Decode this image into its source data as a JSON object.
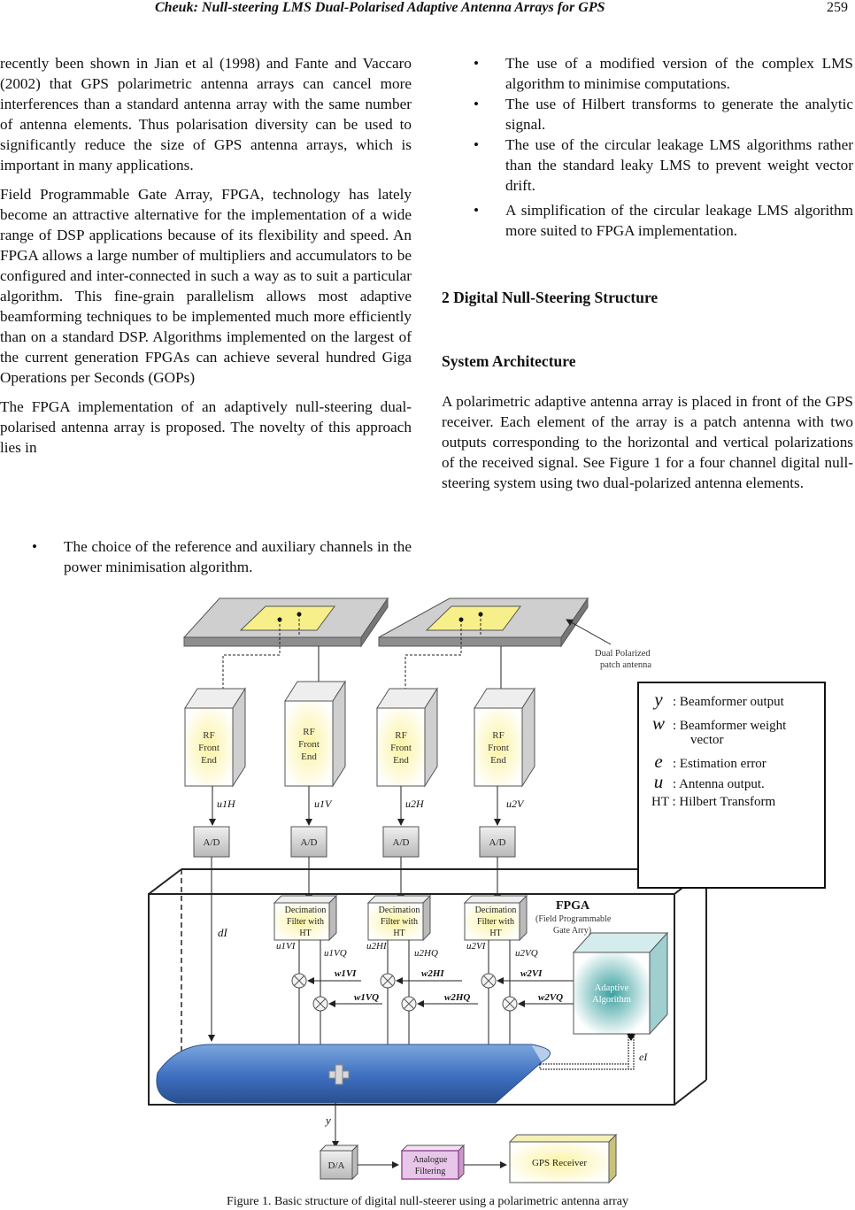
{
  "header": {
    "title": "Cheuk: Null-steering LMS Dual-Polarised Adaptive Antenna Arrays for GPS",
    "page_number": "259"
  },
  "left_column": {
    "p1": "recently been shown in Jian et al (1998) and Fante and Vaccaro (2002) that GPS polarimetric antenna arrays can cancel more interferences than a standard antenna array with the same number of antenna elements. Thus polarisation diversity can be used to significantly reduce the size of GPS antenna arrays, which is important in many applications.",
    "p2": "Field Programmable Gate Array, FPGA, technology has lately become an attractive alternative for the implementation of a wide range of DSP applications because of its flexibility and speed. An FPGA allows a large number of multipliers and accumulators to be configured and inter-connected in such a way as to suit a particular algorithm. This fine-grain parallelism allows most adaptive beamforming techniques to be implemented much more efficiently than on a standard DSP. Algorithms implemented on the largest of the current generation FPGAs can achieve several hundred Giga Operations per Seconds (GOPs)",
    "p3": "The FPGA implementation of an adaptively null-steering dual-polarised antenna array is proposed. The novelty of this approach lies in",
    "bullet1": "The choice of the reference and auxiliary channels in the power minimisation algorithm."
  },
  "right_column": {
    "bullets": [
      "The use of a modified version of the complex LMS algorithm to minimise computations.",
      "The use of Hilbert transforms to generate the analytic signal.",
      "The use of the circular leakage LMS algorithms rather than the standard leaky LMS to prevent weight vector drift.",
      "A simplification of the circular leakage LMS algorithm more suited to FPGA implementation."
    ],
    "section_heading": "2 Digital Null-Steering Structure",
    "subsection_heading": "System Architecture",
    "p1": "A polarimetric adaptive antenna array is placed in front of the GPS receiver. Each element of the array is a patch antenna with two outputs corresponding to the horizontal and vertical polarizations of the received signal. See Figure 1 for a four channel digital null-steering system using two dual-polarized antenna elements."
  },
  "figure": {
    "antenna_label_1": "Dual Polarized",
    "antenna_label_2": "patch antenna",
    "rf_label": [
      "RF",
      "Front",
      "End"
    ],
    "u_labels": [
      "u1H",
      "u1V",
      "u2H",
      "u2V"
    ],
    "ad_label": "A/D",
    "fpga_title": "FPGA",
    "fpga_sub_1": "(Field Programmable",
    "fpga_sub_2": "Gate Arry)",
    "decim_label": [
      "Decimation",
      "Filter with",
      "HT"
    ],
    "dI": "dI",
    "uq_labels": [
      "u1VI",
      "u1VQ",
      "u2HI",
      "u2HQ",
      "u2VI",
      "u2VQ"
    ],
    "w_labels": [
      "w1VI",
      "w1VQ",
      "w2HI",
      "w2HQ",
      "w2VI",
      "w2VQ"
    ],
    "adaptive_label": [
      "Adaptive",
      "Algorithm"
    ],
    "eI": "eI",
    "y": "y",
    "da": "D/A",
    "analogue": [
      "Analogue",
      "Filtering"
    ],
    "gps": "GPS Receiver",
    "legend": [
      {
        "sym": "y",
        "text": ": Beamformer output"
      },
      {
        "sym": "w",
        "text": ": Beamformer weight"
      },
      {
        "sym": "",
        "text": "vector"
      },
      {
        "sym": "e",
        "text": ": Estimation error"
      },
      {
        "sym": "u",
        "text": ": Antenna output."
      },
      {
        "sym": "",
        "text": "HT : Hilbert Transform"
      }
    ],
    "caption": "Figure 1. Basic structure of digital null-steerer using a polarimetric antenna array"
  }
}
